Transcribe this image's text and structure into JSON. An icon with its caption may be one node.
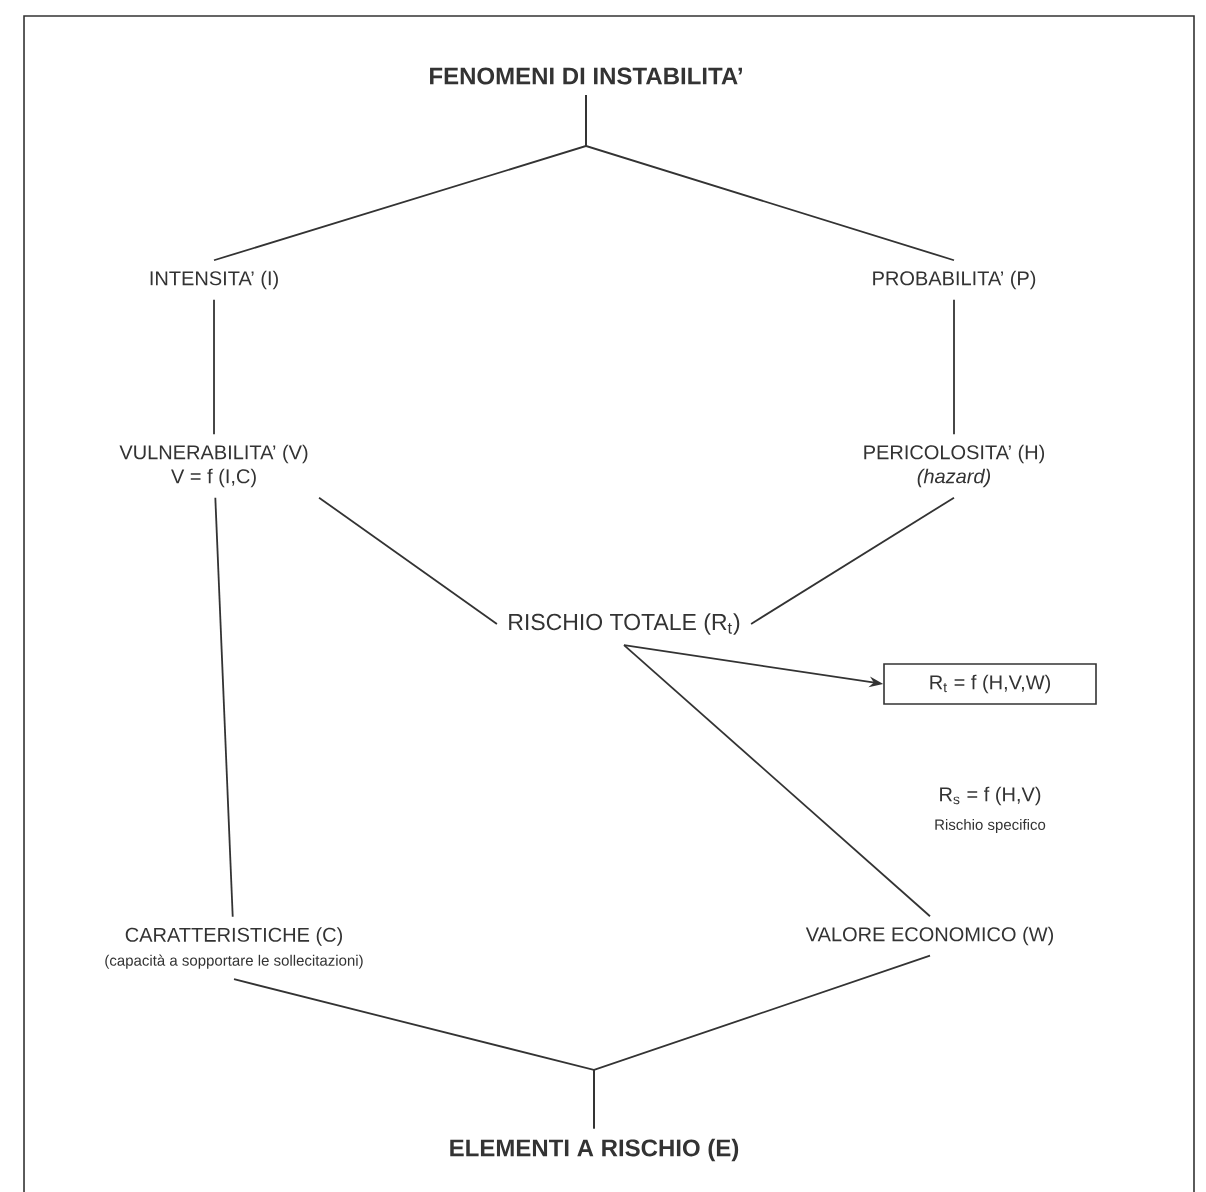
{
  "diagram": {
    "nodes": [
      {
        "text": [
          "FENOMENI DI INSTABILITA’"
        ]
      },
      {
        "text": [
          "INTENSITA’ (I)"
        ]
      },
      {
        "text": [
          "PROBABILITA’ (P)"
        ]
      },
      {
        "text": [
          "VULNERABILITA’ (V)",
          "V = f (I,C)"
        ]
      },
      {
        "text": [
          "PERICOLOSITA’ (H)",
          "(hazard)"
        ]
      },
      {
        "text": [
          "RISCHIO TOTALE (R$_{t}$)"
        ]
      },
      {
        "text": [
          "R$_{t}$ = f (H,V,W)"
        ]
      },
      {
        "text": [
          "CARATTERISTICHE (C)",
          "(capacità a sopportare le sollecitazioni)"
        ]
      },
      {
        "text": [
          "VALORE ECONOMICO (W)"
        ]
      },
      {
        "text": [
          "ELEMENTI A RISCHIO (E)"
        ]
      }
    ],
    "edges": [
      {
        "from": 0,
        "to": 1,
        "arrow": "none"
      },
      {
        "from": 0,
        "to": 2,
        "arrow": "none"
      },
      {
        "from": 1,
        "to": 3,
        "arrow": "none"
      },
      {
        "from": 2,
        "to": 4,
        "arrow": "none"
      },
      {
        "from": 3,
        "to": 5,
        "arrow": "none"
      },
      {
        "from": 4,
        "to": 5,
        "arrow": "none"
      },
      {
        "from": 3,
        "to": 7,
        "arrow": "none"
      },
      {
        "from": 5,
        "to": 6,
        "arrow": "to"
      },
      {
        "from": 5,
        "to": 8,
        "arrow": "none"
      },
      {
        "from": 7,
        "to": 9,
        "arrow": "none"
      },
      {
        "from": 8,
        "to": 9,
        "arrow": "none"
      }
    ],
    "labels": [
      "R$_{s}$ = f (H,V)",
      "Rischio specifico"
    ]
  }
}
